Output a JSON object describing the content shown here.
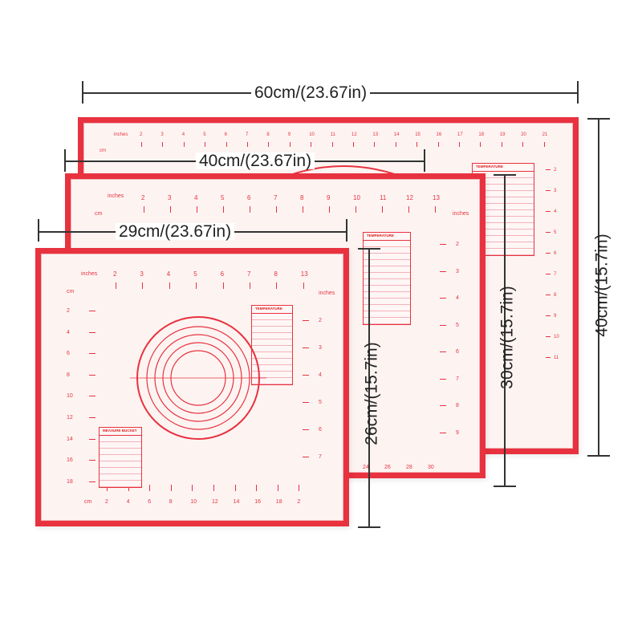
{
  "image": {
    "subject": "three red-bordered silicone pastry mats of different sizes, stacked with dimension callouts"
  },
  "dimensions": {
    "large_width": "60cm/(23.67in)",
    "large_height": "40cm/(15.7in)",
    "medium_width": "40cm/(23.67in)",
    "medium_height": "30cm/(15.7in)",
    "small_width": "29cm/(23.67in)",
    "small_height": "26cm/(15.7in)"
  },
  "mat_labels": {
    "inches": "inches",
    "cm": "cm",
    "temperature": "TEMPERATURE",
    "measure": "MEASURE BUCKET"
  },
  "scales": {
    "large_top": [
      "2",
      "3",
      "4",
      "5",
      "6",
      "7",
      "8",
      "9",
      "10",
      "11",
      "12",
      "13",
      "14",
      "15",
      "16",
      "17",
      "18",
      "19",
      "20",
      "21"
    ],
    "medium_top": [
      "2",
      "3",
      "4",
      "5",
      "6",
      "7",
      "8",
      "9",
      "10",
      "11",
      "12",
      "13"
    ],
    "small_top": [
      "2",
      "3",
      "4",
      "5",
      "6",
      "7",
      "8",
      "13"
    ],
    "small_left": [
      "2",
      "4",
      "6",
      "8",
      "10",
      "12",
      "14",
      "16",
      "18"
    ],
    "small_bottom": [
      "2",
      "4",
      "6",
      "8",
      "10",
      "12",
      "14",
      "16",
      "18",
      "2"
    ],
    "small_right": [
      "2",
      "3",
      "4",
      "5",
      "6",
      "7"
    ],
    "medium_right": [
      "2",
      "3",
      "4",
      "5",
      "6",
      "7",
      "8",
      "9"
    ],
    "medium_bottom": [
      "24",
      "26",
      "28",
      "30"
    ],
    "large_right": [
      "2",
      "3",
      "4",
      "5",
      "6",
      "7",
      "8",
      "9",
      "10",
      "11"
    ]
  },
  "colors": {
    "mat_border": "#e8323f",
    "mat_fill": "#fdf4f2",
    "dimension_line": "#333333"
  }
}
